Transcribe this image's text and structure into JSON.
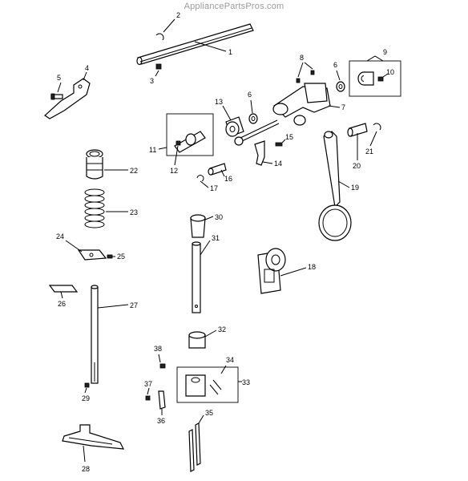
{
  "watermark": "AppliancePartsPros.com",
  "callouts": {
    "c1": "1",
    "c2": "2",
    "c3": "3",
    "c4": "4",
    "c5": "5",
    "c6a": "6",
    "c6b": "6",
    "c7": "7",
    "c8": "8",
    "c9": "9",
    "c10": "10",
    "c11": "11",
    "c12": "12",
    "c13": "13",
    "c14": "14",
    "c15": "15",
    "c16": "16",
    "c17": "17",
    "c18": "18",
    "c19": "19",
    "c20": "20",
    "c21": "21",
    "c22": "22",
    "c23": "23",
    "c24": "24",
    "c25": "25",
    "c26": "26",
    "c27": "27",
    "c28": "28",
    "c29": "29",
    "c30": "30",
    "c31": "31",
    "c32": "32",
    "c33": "33",
    "c34": "34",
    "c35": "35",
    "c36": "36",
    "c37": "37",
    "c38": "38"
  }
}
